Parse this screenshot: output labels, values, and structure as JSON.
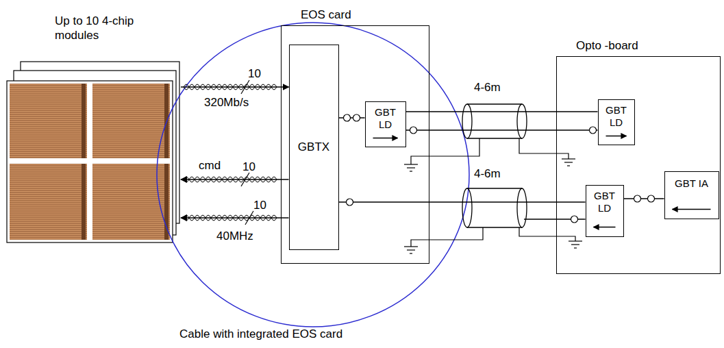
{
  "diagram": {
    "nodes": [
      {
        "text": [
          "Up to 10 4-chip modules"
        ]
      },
      {
        "text": [
          "EOS card"
        ]
      },
      {
        "text": [
          "GBTX"
        ],
        "in": 1
      },
      {
        "text": [
          "GBT LD"
        ],
        "in": 1
      },
      {
        "text": [
          "Opto -board"
        ]
      },
      {
        "text": [
          "GBT LD"
        ],
        "in": 4
      },
      {
        "text": [
          "GBT LD"
        ],
        "in": 4
      },
      {
        "text": [
          "GBT IA"
        ],
        "in": 4
      }
    ],
    "edges": [
      {
        "from": 0,
        "to": 2,
        "arrow": "to"
      },
      {
        "from": 2,
        "to": 0,
        "arrow": "to"
      },
      {
        "from": 2,
        "to": 0,
        "arrow": "to"
      },
      {
        "from": 2,
        "to": 3,
        "arrow": "none"
      },
      {
        "from": 3,
        "to": 5,
        "arrow": "none"
      },
      {
        "from": 6,
        "to": 2,
        "arrow": "none"
      },
      {
        "from": 7,
        "to": 6,
        "arrow": "none"
      }
    ],
    "labels": [
      "10",
      "320Mb/s",
      "cmd",
      "10",
      "10",
      "40MHz",
      "4-6m",
      "4-6m",
      "Cable with integrated EOS card"
    ]
  }
}
